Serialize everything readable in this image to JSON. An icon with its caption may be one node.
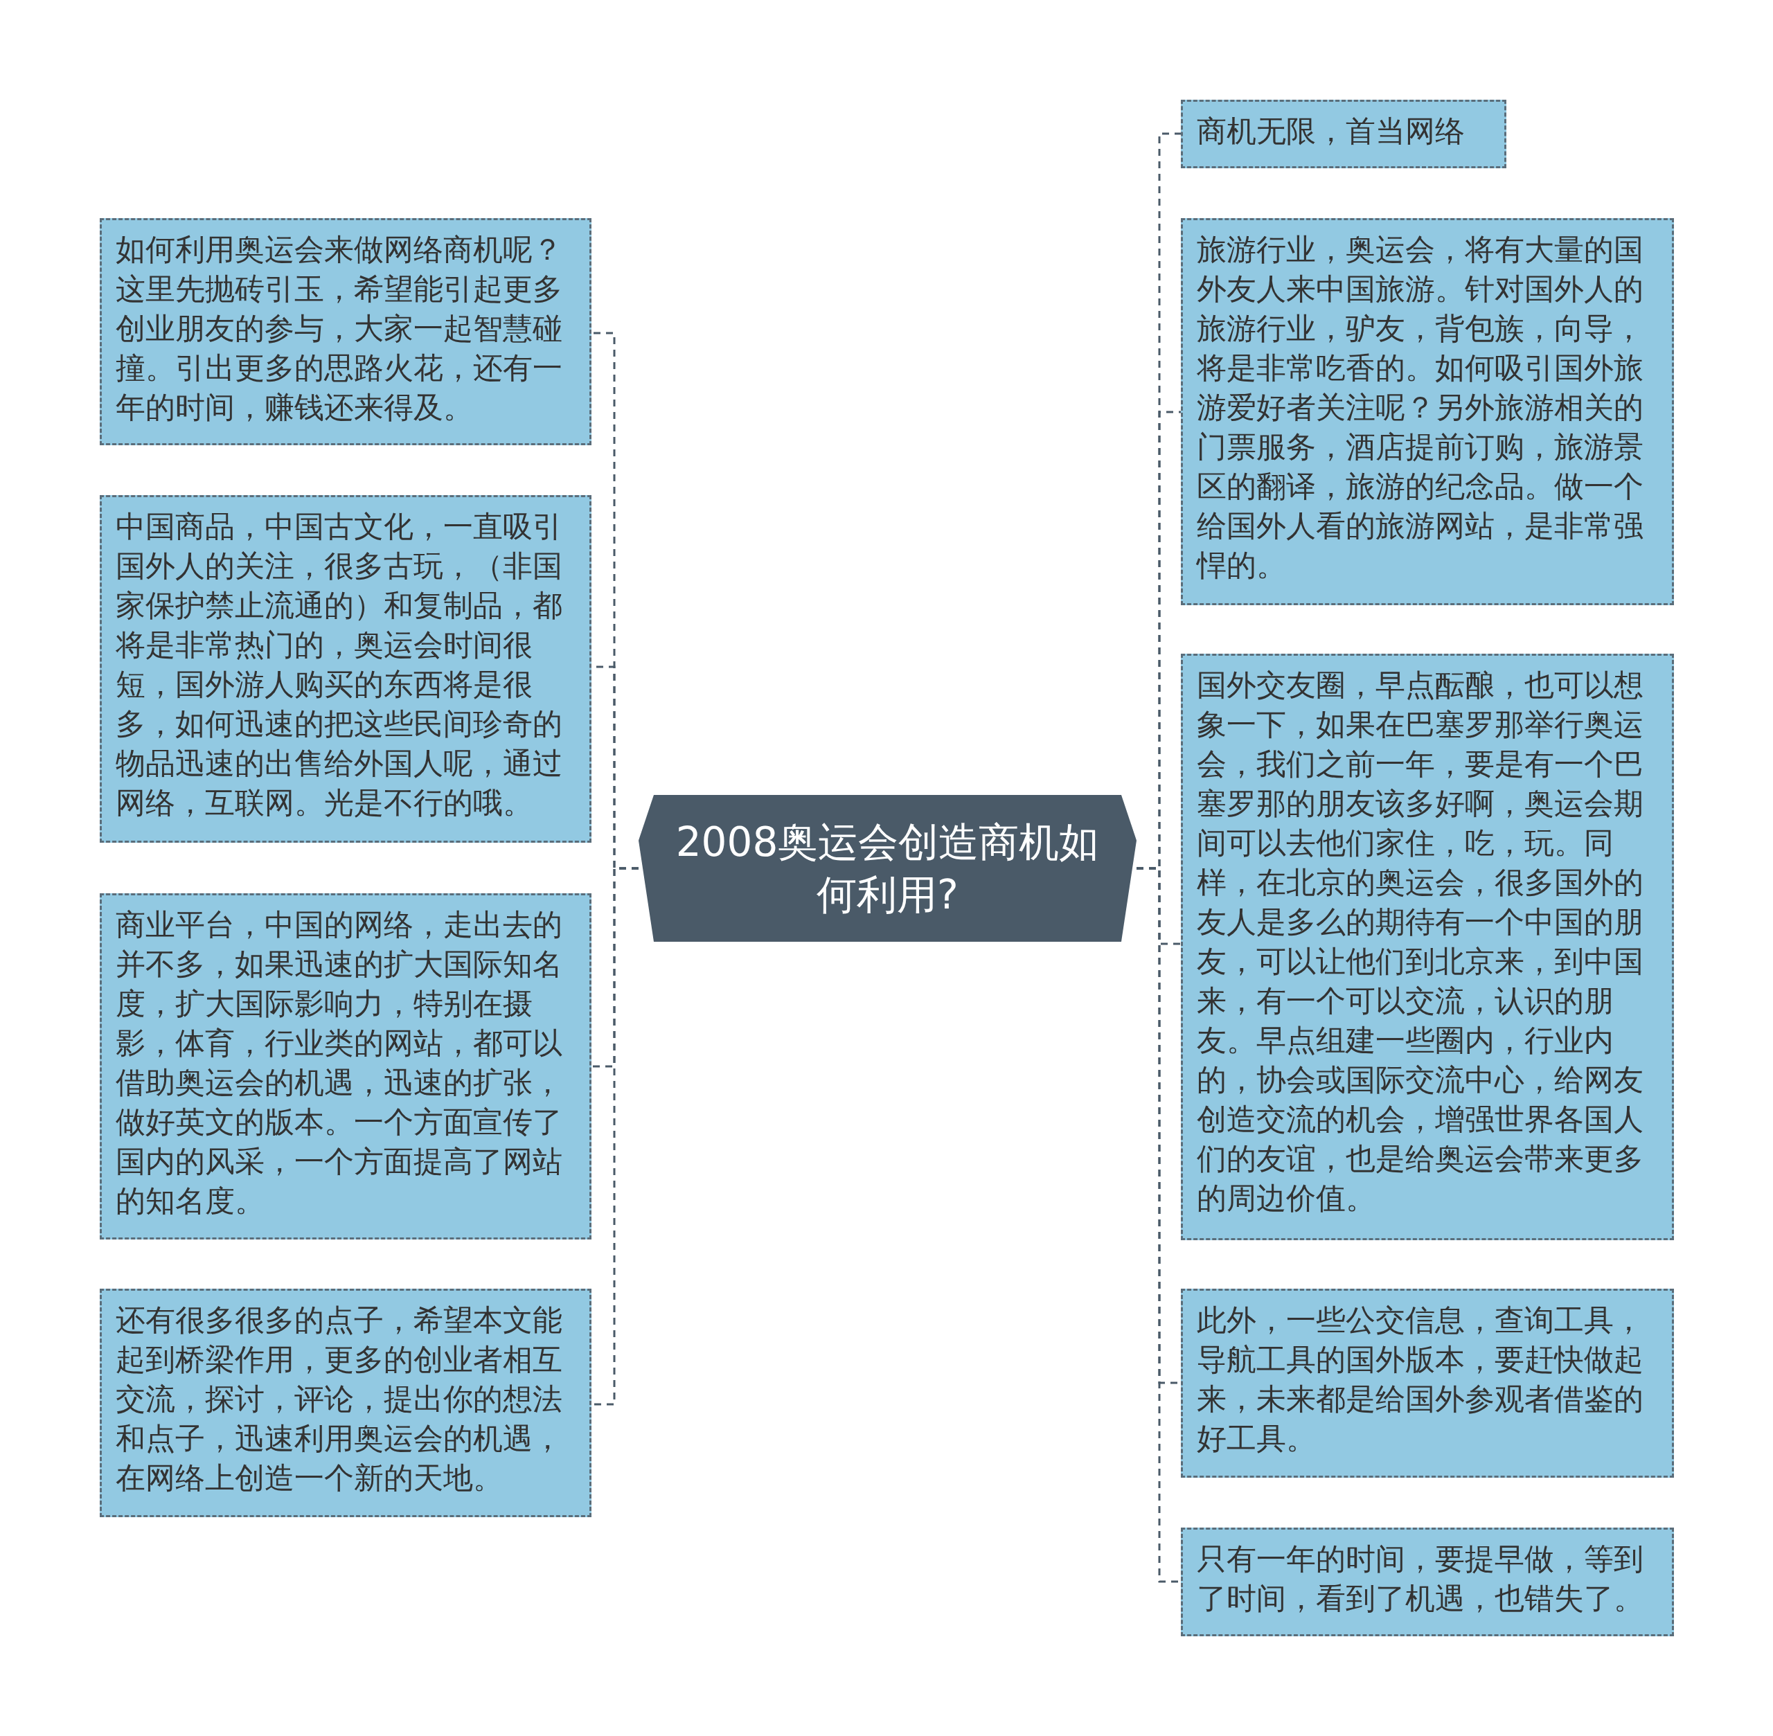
{
  "diagram": {
    "nodes": [
      {
        "text": [
          "2008奥运会创造商机如何利用?"
        ]
      },
      {
        "text": [
          "如何利用奥运会来做网络商机呢？这里先抛砖引玉，希望能引起更多创业朋友的参与，大家一起智慧碰撞。引出更多的思路火花，还有一年的时间，赚钱还来得及。"
        ]
      },
      {
        "text": [
          "中国商品，中国古文化，一直吸引国外人的关注，很多古玩，（非国家保护禁止流通的）和复制品，都将是非常热门的，奥运会时间很短，国外游人购买的东西将是很多，如何迅速的把这些民间珍奇的物品迅速的出售给外国人呢，通过网络，互联网。光是不行的哦。"
        ]
      },
      {
        "text": [
          "商业平台，中国的网络，走出去的并不多，如果迅速的扩大国际知名度，扩大国际影响力，特别在摄影，体育，行业类的网站，都可以借助奥运会的机遇，迅速的扩张，做好英文的版本。一个方面宣传了国内的风采，一个方面提高了网站的知名度。"
        ]
      },
      {
        "text": [
          "还有很多很多的点子，希望本文能起到桥梁作用，更多的创业者相互交流，探讨，评论，提出你的想法和点子，迅速利用奥运会的机遇，在网络上创造一个新的天地。"
        ]
      },
      {
        "text": [
          "商机无限，首当网络"
        ]
      },
      {
        "text": [
          "旅游行业，奥运会，将有大量的国外友人来中国旅游。针对国外人的旅游行业，驴友，背包族，向导，将是非常吃香的。如何吸引国外旅游爱好者关注呢？另外旅游相关的门票服务，酒店提前订购，旅游景区的翻译，旅游的纪念品。做一个给国外人看的旅游网站，是非常强悍的。"
        ]
      },
      {
        "text": [
          "国外交友圈，早点酝酿，也可以想象一下，如果在巴塞罗那举行奥运会，我们之前一年，要是有一个巴塞罗那的朋友该多好啊，奥运会期间可以去他们家住，吃，玩。同样，在北京的奥运会，很多国外的友人是多么的期待有一个中国的朋友，可以让他们到北京来，到中国来，有一个可以交流，认识的朋友。早点组建一些圈内，行业内的，协会或国际交流中心，给网友创造交流的机会，增强世界各国人们的友谊，也是给奥运会带来更多的周边价值。"
        ]
      },
      {
        "text": [
          "此外，一些公交信息，查询工具，导航工具的国外版本，要赶快做起来，未来都是给国外参观者借鉴的好工具。"
        ]
      },
      {
        "text": [
          "只有一年的时间，要提早做，等到了时间，看到了机遇，也错失了。"
        ]
      }
    ],
    "edges": [
      {
        "from": 0,
        "to": 1,
        "arrow": "none",
        "style": "dashed"
      },
      {
        "from": 0,
        "to": 2,
        "arrow": "none",
        "style": "dashed"
      },
      {
        "from": 0,
        "to": 3,
        "arrow": "none",
        "style": "dashed"
      },
      {
        "from": 0,
        "to": 4,
        "arrow": "none",
        "style": "dashed"
      },
      {
        "from": 0,
        "to": 5,
        "arrow": "none",
        "style": "dashed"
      },
      {
        "from": 0,
        "to": 6,
        "arrow": "none",
        "style": "dashed"
      },
      {
        "from": 0,
        "to": 7,
        "arrow": "none",
        "style": "dashed"
      },
      {
        "from": 0,
        "to": 8,
        "arrow": "none",
        "style": "dashed"
      },
      {
        "from": 0,
        "to": 9,
        "arrow": "none",
        "style": "dashed"
      }
    ]
  }
}
